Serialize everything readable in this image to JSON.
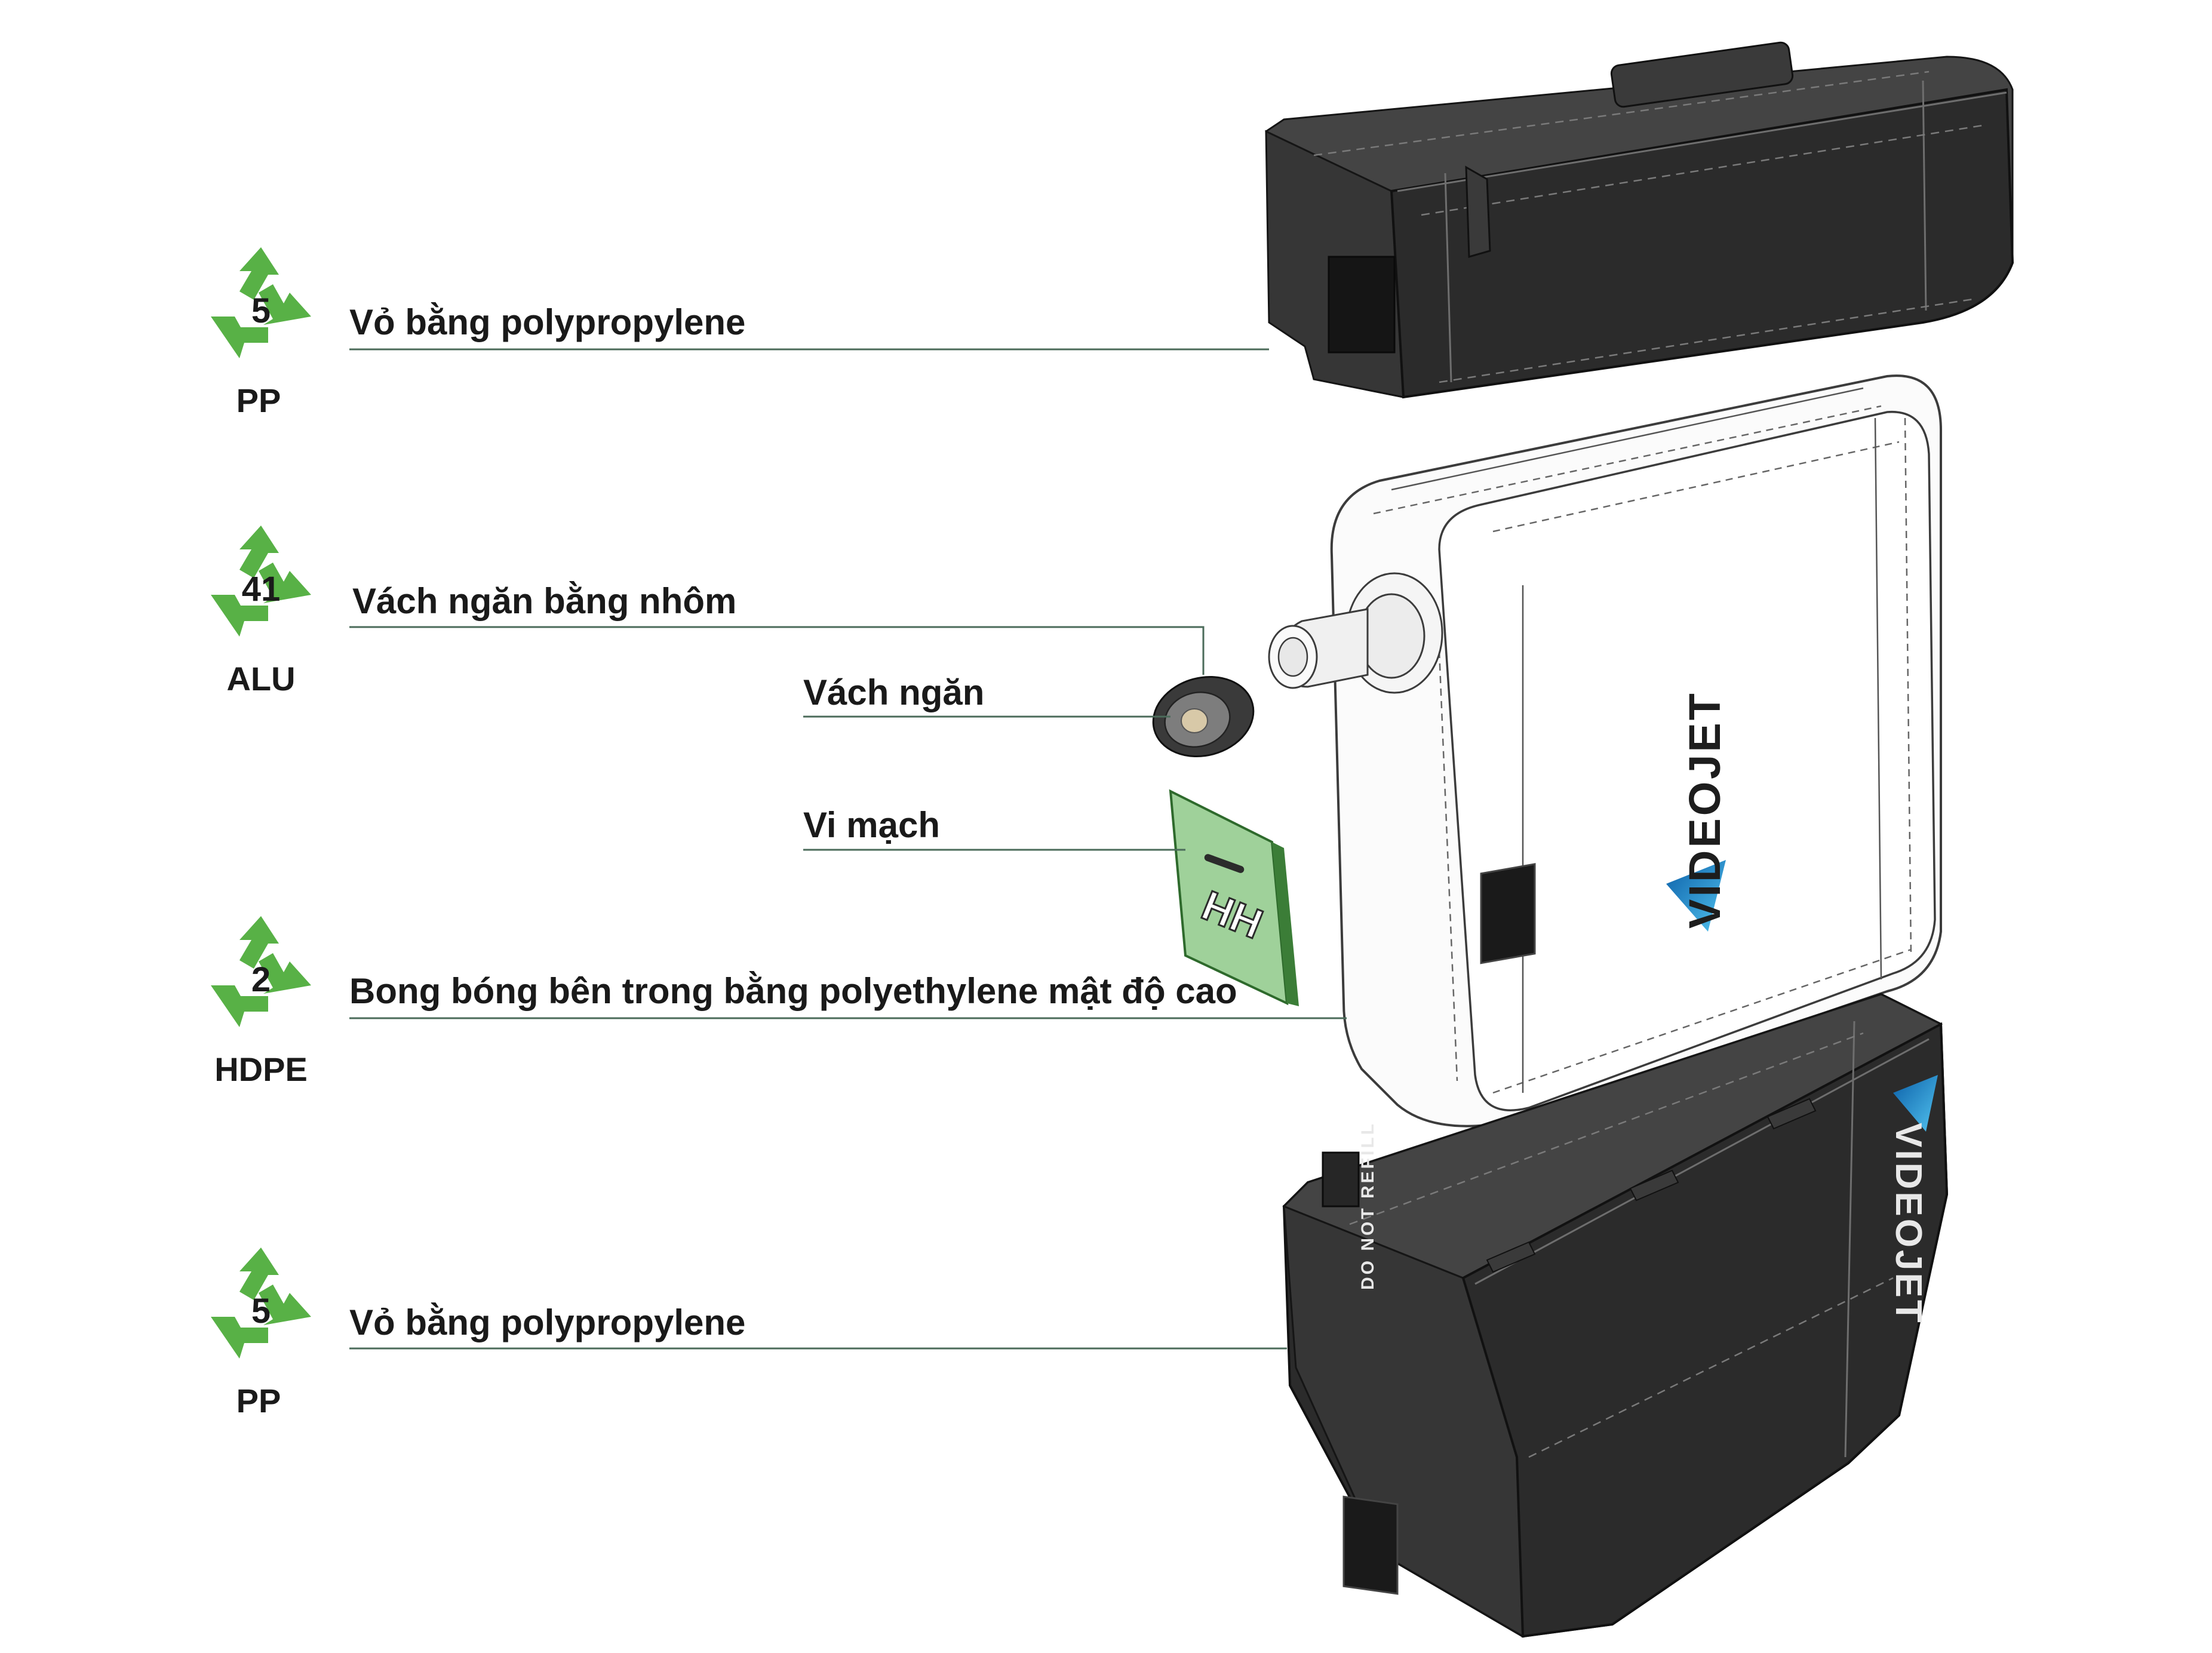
{
  "components": [
    {
      "code": "5",
      "abbr": "PP",
      "label": "Vỏ bằng polypropylene"
    },
    {
      "code": "41",
      "abbr": "ALU",
      "label": "Vách ngăn bằng nhôm"
    },
    {
      "label": "Vách ngăn"
    },
    {
      "label": "Vi mạch"
    },
    {
      "code": "2",
      "abbr": "HDPE",
      "label": "Bong bóng bên trong bằng polyethylene mật độ cao"
    },
    {
      "code": "5",
      "abbr": "PP",
      "label": "Vỏ bằng polypropylene"
    }
  ],
  "brand": {
    "name": "VIDEOJET",
    "lower_shell_text": "DO NOT REFILL"
  },
  "colors": {
    "recycle_green": "#58b146",
    "leader_line": "#4b6b5a",
    "shell_black": "#2b2b2b",
    "bag_white": "#fbfbfb",
    "chip_green": "#8fc48a",
    "brand_blue": "#2a8fd8"
  },
  "icons": [
    "recycle-symbol-icon"
  ]
}
